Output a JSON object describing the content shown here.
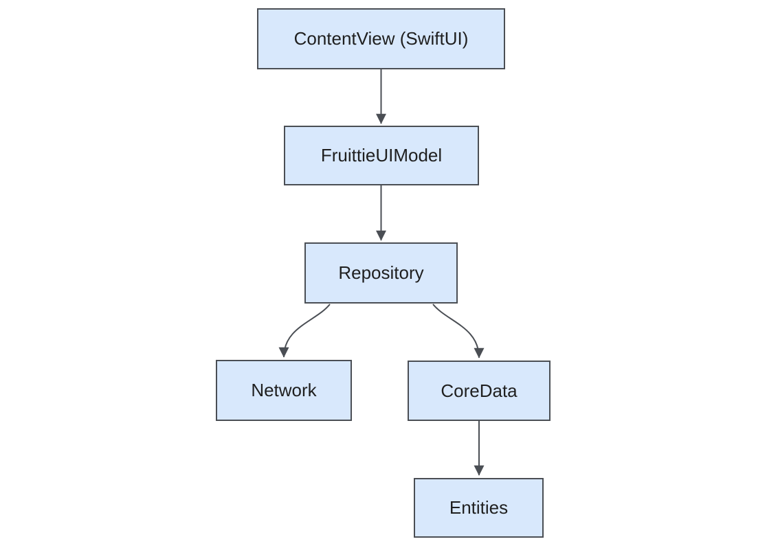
{
  "diagram": {
    "type": "flowchart",
    "direction": "top-down",
    "nodes": [
      {
        "id": "contentview",
        "label": "ContentView (SwiftUI)"
      },
      {
        "id": "fruittieuimodel",
        "label": "FruittieUIModel"
      },
      {
        "id": "repository",
        "label": "Repository"
      },
      {
        "id": "network",
        "label": "Network"
      },
      {
        "id": "coredata",
        "label": "CoreData"
      },
      {
        "id": "entities",
        "label": "Entities"
      }
    ],
    "edges": [
      {
        "from": "contentview",
        "to": "fruittieuimodel",
        "style": "straight-arrow"
      },
      {
        "from": "fruittieuimodel",
        "to": "repository",
        "style": "straight-arrow"
      },
      {
        "from": "repository",
        "to": "network",
        "style": "curved-arrow"
      },
      {
        "from": "repository",
        "to": "coredata",
        "style": "curved-arrow"
      },
      {
        "from": "coredata",
        "to": "entities",
        "style": "straight-arrow"
      }
    ],
    "colors": {
      "node_fill": "#D8E8FC",
      "node_border": "#4A4E54",
      "edge": "#4A4E54",
      "text": "#1F1F1F",
      "background": "#FFFFFF"
    }
  }
}
